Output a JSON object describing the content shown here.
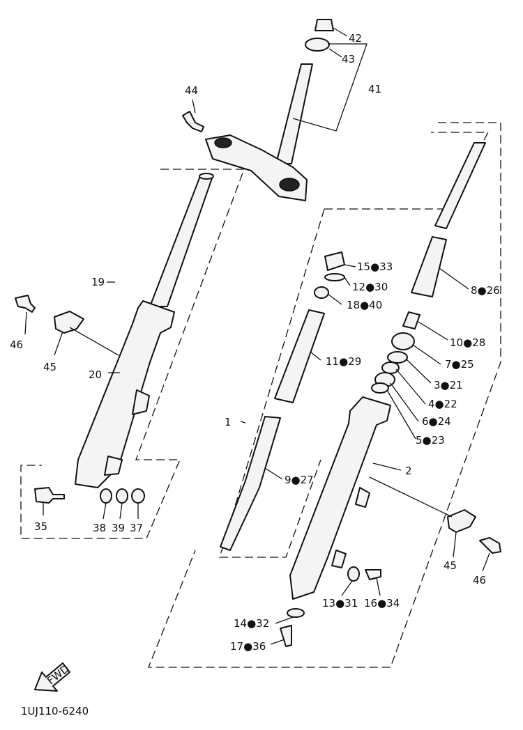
{
  "diagram": {
    "labels": [
      {
        "id": "l42",
        "text": "42"
      },
      {
        "id": "l43",
        "text": "43"
      },
      {
        "id": "l41",
        "text": "41"
      },
      {
        "id": "l44",
        "text": "44"
      },
      {
        "id": "l19",
        "text": "19"
      },
      {
        "id": "l46a",
        "text": "46"
      },
      {
        "id": "l45a",
        "text": "45"
      },
      {
        "id": "l20",
        "text": "20"
      },
      {
        "id": "l35",
        "text": "35"
      },
      {
        "id": "l38",
        "text": "38"
      },
      {
        "id": "l39",
        "text": "39"
      },
      {
        "id": "l37",
        "text": "37"
      },
      {
        "id": "l15",
        "text": "15●33"
      },
      {
        "id": "l12",
        "text": "12●30"
      },
      {
        "id": "l18",
        "text": "18●40"
      },
      {
        "id": "l11",
        "text": "11●29"
      },
      {
        "id": "l1",
        "text": "1"
      },
      {
        "id": "l9",
        "text": "9●27"
      },
      {
        "id": "l8",
        "text": "8●26"
      },
      {
        "id": "l10",
        "text": "10●28"
      },
      {
        "id": "l7",
        "text": "7●25"
      },
      {
        "id": "l3",
        "text": "3●21"
      },
      {
        "id": "l4",
        "text": "4●22"
      },
      {
        "id": "l6",
        "text": "6●24"
      },
      {
        "id": "l5",
        "text": "5●23"
      },
      {
        "id": "l2",
        "text": "2"
      },
      {
        "id": "l45b",
        "text": "45"
      },
      {
        "id": "l46b",
        "text": "46"
      },
      {
        "id": "l13",
        "text": "13●31"
      },
      {
        "id": "l16",
        "text": "16●34"
      },
      {
        "id": "l14",
        "text": "14●32"
      },
      {
        "id": "l17",
        "text": "17●36"
      }
    ],
    "fwd_label": "FWD",
    "drawing_number": "1UJ110-6240"
  }
}
